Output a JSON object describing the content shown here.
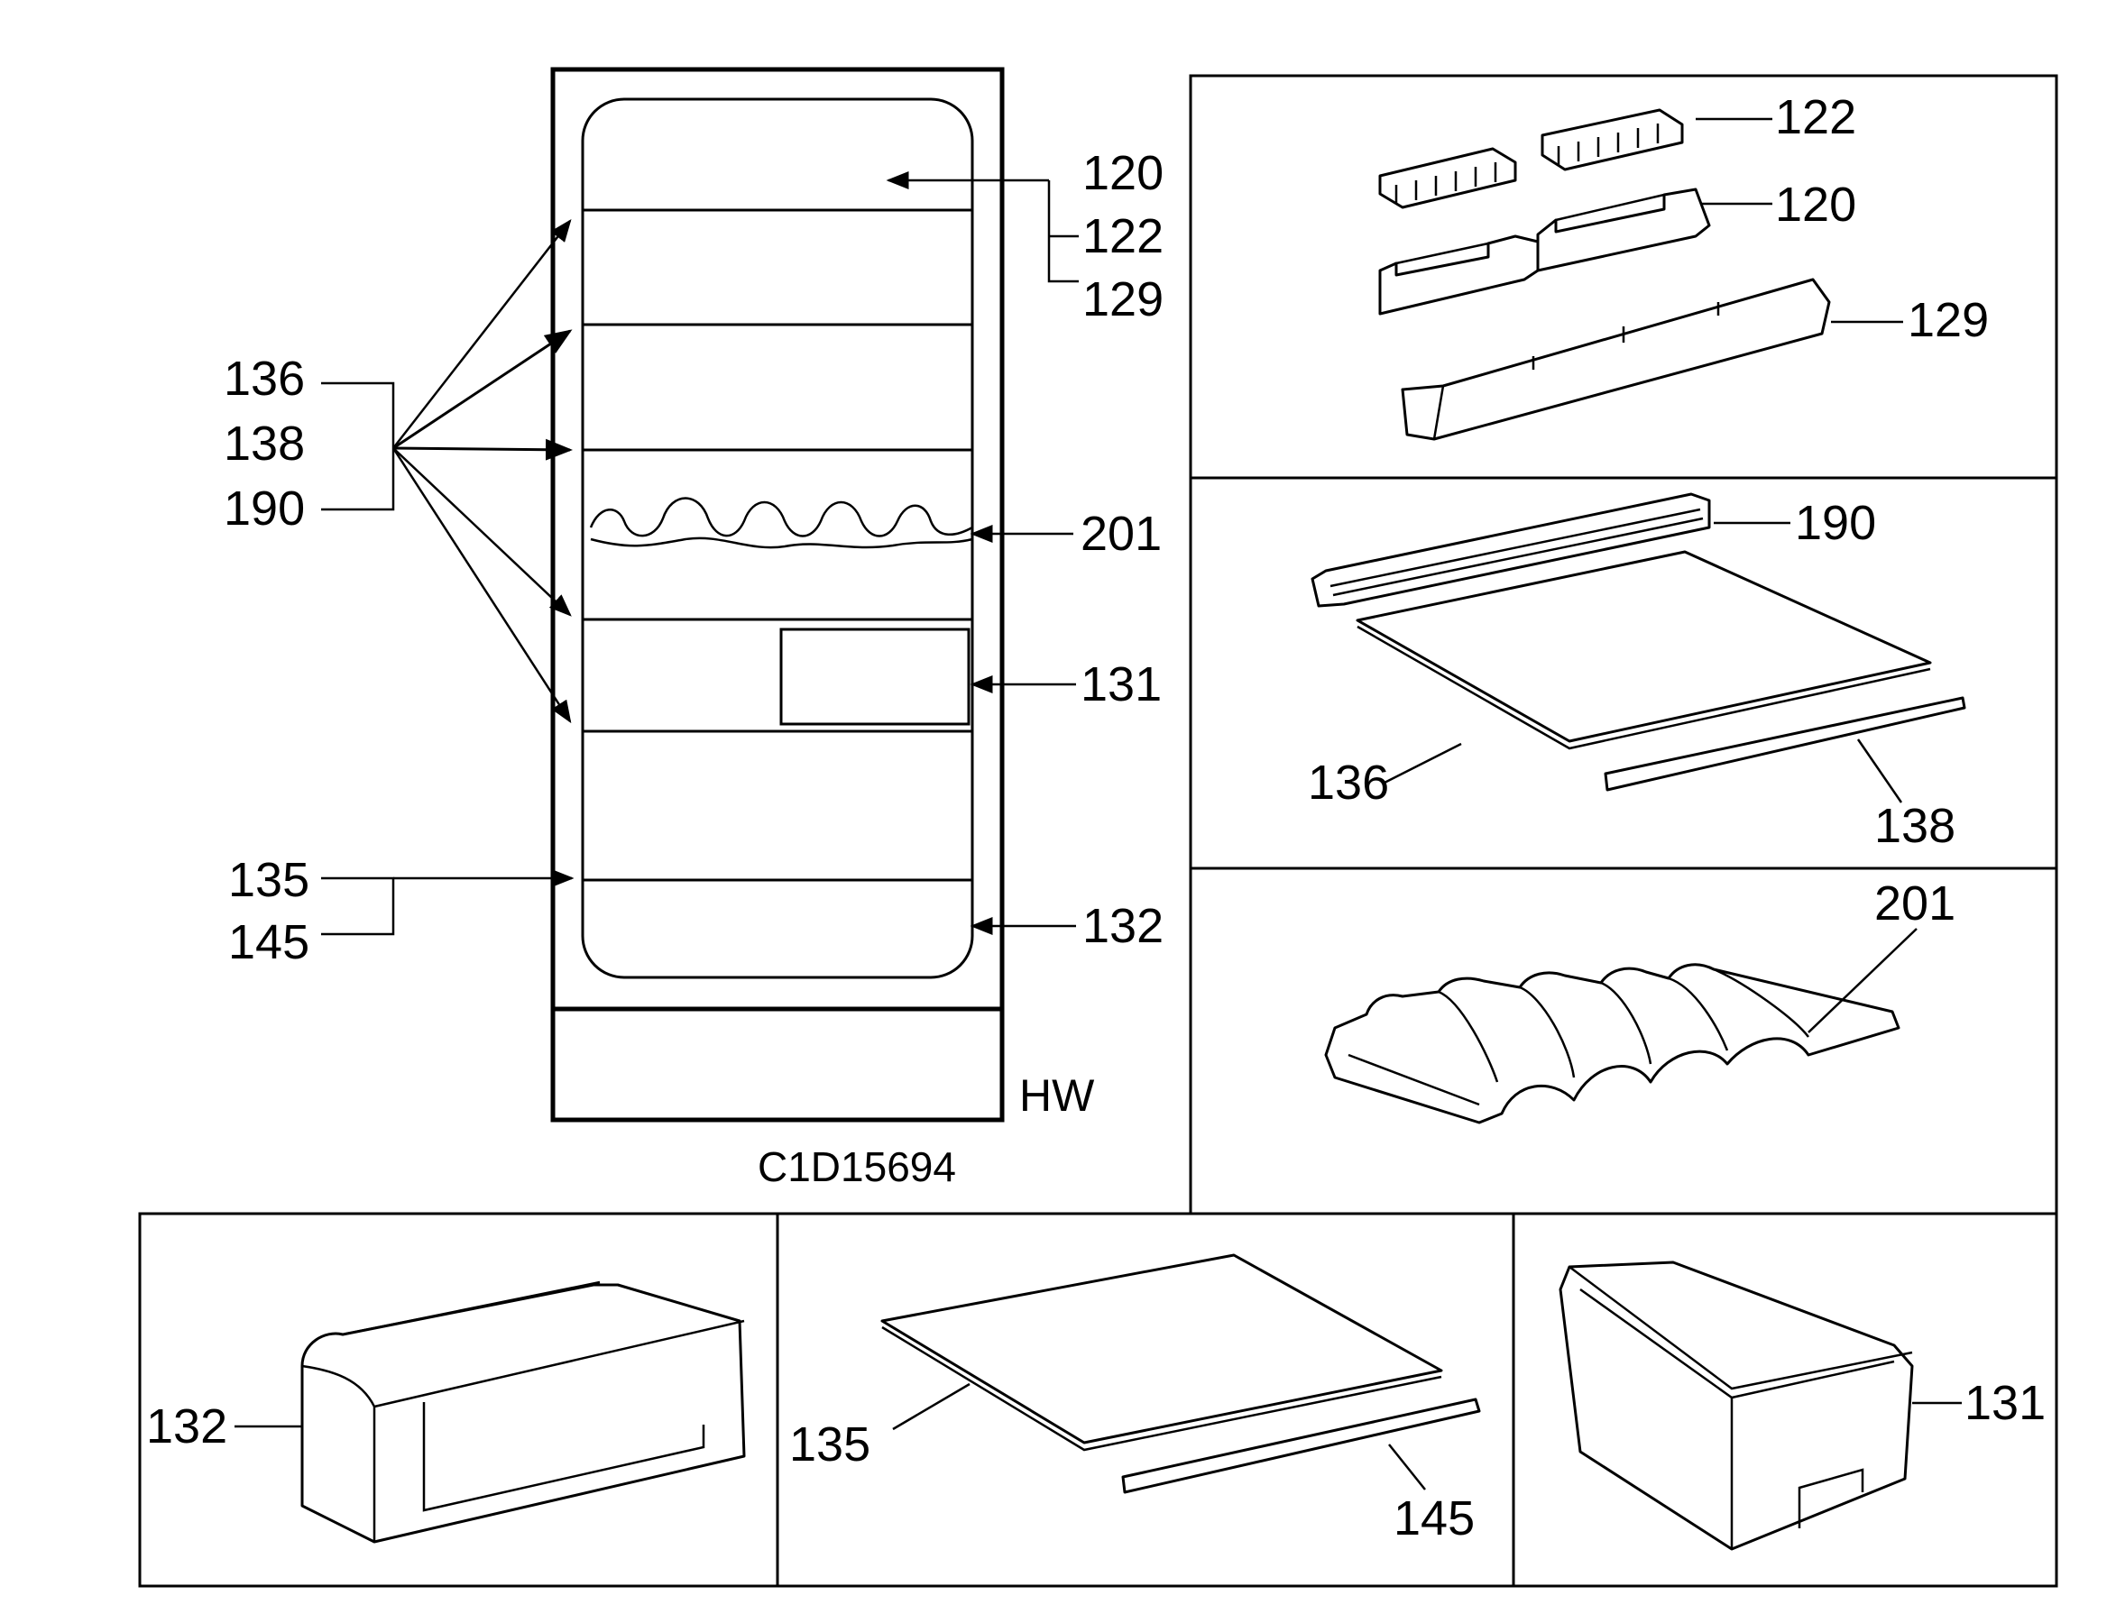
{
  "drawing": {
    "code": "C1D15694",
    "model": "HW"
  },
  "cabinet_callouts": {
    "top_group": [
      "120",
      "122",
      "129"
    ],
    "shelf_group": [
      "136",
      "138",
      "190"
    ],
    "wine_rack": "201",
    "crisper": "131",
    "bottom_shelf_group": [
      "135",
      "145"
    ],
    "drawer": "132"
  },
  "panels": {
    "door_parts": {
      "label_122": "122",
      "label_120": "120",
      "label_129": "129"
    },
    "glass_shelf": {
      "label_190": "190",
      "label_136": "136",
      "label_138": "138"
    },
    "wine_rack": {
      "label_201": "201"
    },
    "drawer_132": {
      "label": "132"
    },
    "bottom_shelf": {
      "label_135": "135",
      "label_145": "145"
    },
    "crisper_131": {
      "label": "131"
    }
  }
}
